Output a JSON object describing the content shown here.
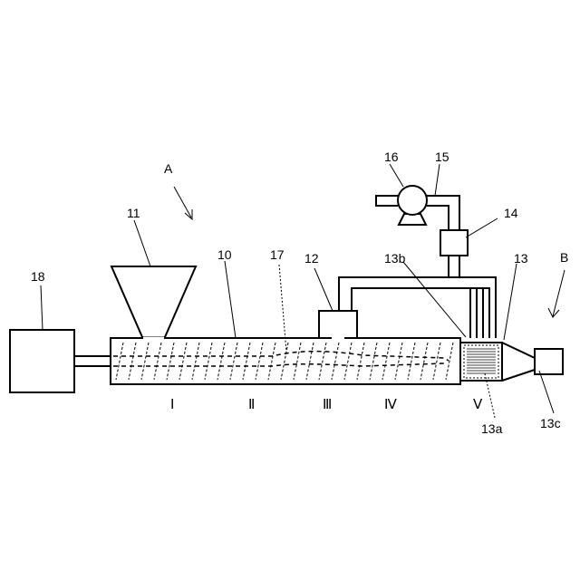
{
  "labels": {
    "A": "A",
    "B": "B",
    "n10": "10",
    "n11": "11",
    "n12": "12",
    "n13": "13",
    "n13a": "13a",
    "n13b": "13b",
    "n13c": "13c",
    "n14": "14",
    "n15": "15",
    "n16": "16",
    "n17": "17",
    "n18": "18"
  },
  "zones": [
    "Ⅰ",
    "Ⅱ",
    "Ⅲ",
    "Ⅳ",
    "Ⅴ"
  ]
}
